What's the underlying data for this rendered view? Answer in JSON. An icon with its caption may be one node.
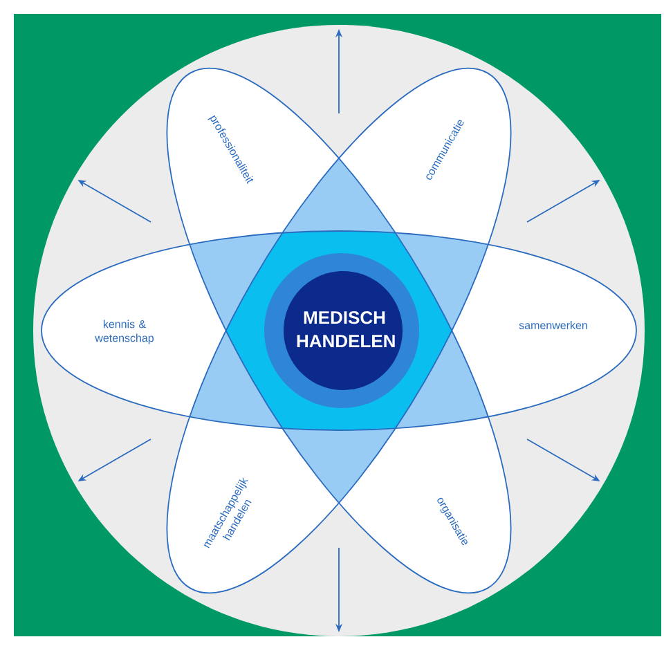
{
  "diagram": {
    "nodes": [
      {
        "text": [
          "MEDISCH HANDELEN"
        ]
      },
      {
        "text": [
          "professionaliteit"
        ]
      },
      {
        "text": [
          "communicatie"
        ]
      },
      {
        "text": [
          "kennis & wetenschap"
        ]
      },
      {
        "text": [
          "samenwerken"
        ]
      },
      {
        "text": [
          "maatschappelijk handelen"
        ]
      },
      {
        "text": [
          "organisatie"
        ]
      }
    ]
  }
}
